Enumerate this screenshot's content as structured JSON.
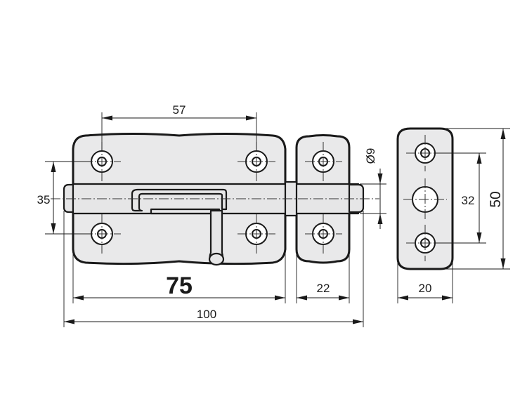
{
  "dimensions": {
    "plate_hole_spacing": "57",
    "plate_vertical_hole_spacing": "35",
    "plate_width": "75",
    "keeper_width": "22",
    "overall_length": "100",
    "bolt_diameter": "Ø9",
    "strike_hole_spacing": "32",
    "strike_height": "50",
    "strike_width": "20"
  }
}
